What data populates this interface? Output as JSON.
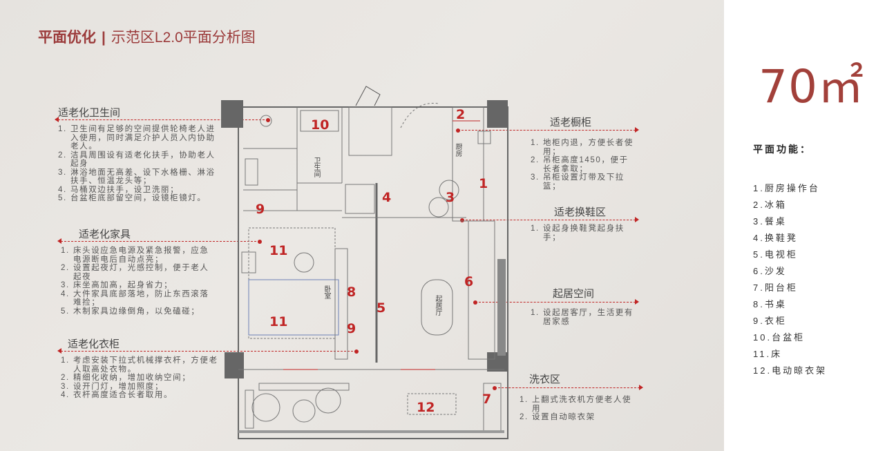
{
  "header": {
    "title_main": "平面优化",
    "separator": "|",
    "title_sub": "示范区L2.0平面分析图"
  },
  "area": "70㎡",
  "functions": {
    "title": "平面功能：",
    "items": [
      "1.厨房操作台",
      "2.冰箱",
      "3.餐桌",
      "4.换鞋凳",
      "5.电视柜",
      "6.沙发",
      "7.阳台柜",
      "8.书桌",
      "9.衣柜",
      "10.台盆柜",
      "11.床",
      "12.电动晾衣架"
    ]
  },
  "sections": {
    "bathroom": {
      "title": "适老化卫生间",
      "items": [
        {
          "num": "1.",
          "text": "卫生间有足够的空间提供轮椅老人进入使用，同时满足介护人员入内协助老人。"
        },
        {
          "num": "2.",
          "text": "洁具周围设有适老化扶手，协助老人起身"
        },
        {
          "num": "3.",
          "text": "淋浴地面无高差、设下水格栅、淋浴扶手、恒温龙头等；"
        },
        {
          "num": "4.",
          "text": "马桶双边扶手，设卫洗丽；"
        },
        {
          "num": "5.",
          "text": "台盆柜底部留空间，设镜柜镜灯。"
        }
      ]
    },
    "furniture": {
      "title": "适老化家具",
      "items": [
        {
          "num": "1.",
          "text": "床头设应急电源及紧急报警，应急电源断电后自动点亮；"
        },
        {
          "num": "2.",
          "text": "设置起夜灯，光感控制，便于老人起夜"
        },
        {
          "num": "3.",
          "text": "床坐高加高，起身省力；"
        },
        {
          "num": "4.",
          "text": "大件家具底部落地，防止东西滚落难捡；"
        },
        {
          "num": "5.",
          "text": "木制家具边缘倒角，以免磕碰；"
        }
      ]
    },
    "wardrobe": {
      "title": "适老化衣柜",
      "items": [
        {
          "num": "1.",
          "text": "考虑安装下拉式机械撑衣杆，方便老人取高处衣物。"
        },
        {
          "num": "2.",
          "text": "精细化收纳，增加收纳空间；"
        },
        {
          "num": "3.",
          "text": "设开门灯，增加照度；"
        },
        {
          "num": "4.",
          "text": "衣杆高度适合长者取用。"
        }
      ]
    },
    "cabinet": {
      "title": "适老橱柜",
      "items": [
        {
          "num": "1.",
          "text": "地柜内退，方便长者使用；"
        },
        {
          "num": "2.",
          "text": "吊柜高度1450，便于长者拿取；"
        },
        {
          "num": "3.",
          "text": "吊柜设置灯带及下拉篮；"
        }
      ]
    },
    "shoe": {
      "title": "适老换鞋区",
      "items": [
        {
          "num": "1.",
          "text": "设起身换鞋凳起身扶手；"
        }
      ]
    },
    "living": {
      "title": "起居空间",
      "items": [
        {
          "num": "1.",
          "text": "设起居客厅，生活更有居家感"
        }
      ]
    },
    "laundry": {
      "title": "洗衣区",
      "items": [
        {
          "num": "1.",
          "text": "上翻式洗衣机方便老人使用"
        },
        {
          "num": "2.",
          "text": "设置自动晾衣架"
        }
      ]
    }
  },
  "plan": {
    "labels": [
      "10",
      "2",
      "1",
      "3",
      "4",
      "9",
      "11",
      "11",
      "8",
      "5",
      "6",
      "9",
      "7",
      "12"
    ],
    "rooms": {
      "bath": "卫生间",
      "kitchen": "厨房",
      "bedroom": "卧室",
      "living": "起居厅"
    }
  }
}
